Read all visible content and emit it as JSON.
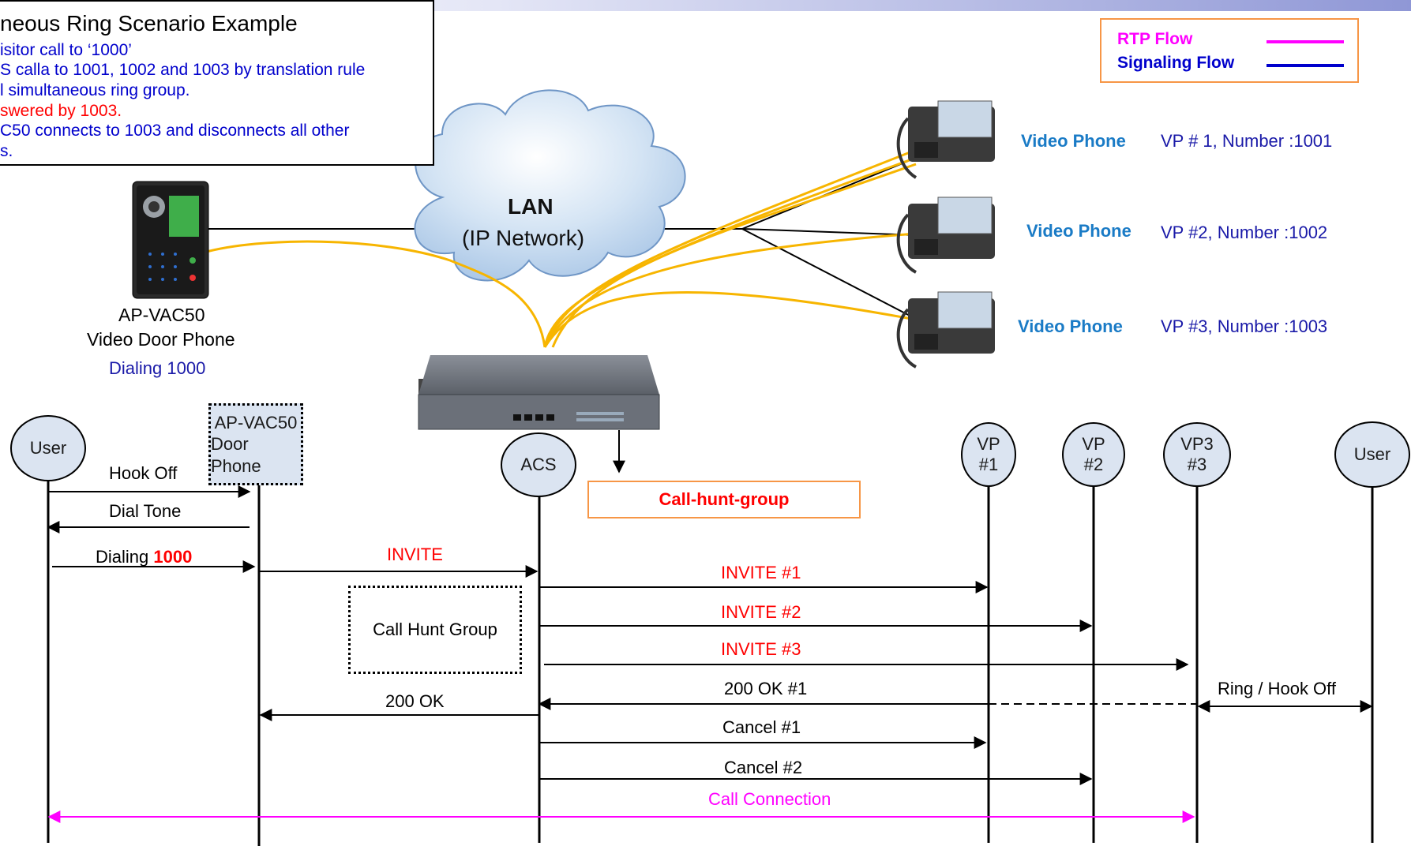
{
  "scenario": {
    "title": "neous Ring Scenario Example",
    "lines": [
      {
        "text": "isitor call to ‘1000’",
        "color": "blue"
      },
      {
        "text": "S calla to 1001, 1002 and 1003 by translation rule",
        "color": "blue"
      },
      {
        "text": "l simultaneous ring group.",
        "color": "blue"
      },
      {
        "text": "swered by 1003.",
        "color": "red"
      },
      {
        "text": "C50 connects to 1003 and disconnects all other",
        "color": "blue"
      },
      {
        "text": "s.",
        "color": "blue"
      }
    ]
  },
  "legend": {
    "rtp_label": "RTP Flow",
    "signaling_label": "Signaling Flow",
    "rtp_color": "#ff00ff",
    "signaling_color": "#0000cc"
  },
  "network": {
    "lan_title": "LAN",
    "lan_subtitle": "(IP Network)",
    "rtp_link_color": "#f7b500"
  },
  "door_phone": {
    "model": "AP-VAC50",
    "description": "Video Door Phone",
    "dialing": "Dialing 1000"
  },
  "video_phones": [
    {
      "title": "Video Phone",
      "desc": "VP # 1, Number :1001"
    },
    {
      "title": "Video Phone",
      "desc": "VP #2, Number :1002"
    },
    {
      "title": "Video Phone",
      "desc": "VP #3, Number :1003"
    }
  ],
  "sequence": {
    "participants": {
      "user_left": "User",
      "door_line1": "AP-VAC50",
      "door_line2": "Door Phone",
      "acs": "ACS",
      "vp1_line1": "VP",
      "vp1_line2": "#1",
      "vp2_line1": "VP",
      "vp2_line2": "#2",
      "vp3_line1": "VP3",
      "vp3_line2": "#3",
      "user_right": "User"
    },
    "call_hunt_group_label": "Call-hunt-group",
    "hunt_box_label": "Call Hunt Group",
    "messages": {
      "hook_off": "Hook Off",
      "dial_tone": "Dial Tone",
      "dialing_prefix": "Dialing ",
      "dialing_number": "1000",
      "invite": "INVITE",
      "invite1": "INVITE  #1",
      "invite2": "INVITE  #2",
      "invite3": "INVITE  #3",
      "ok1": "200 OK #1",
      "ok": "200 OK",
      "ring_hook_off": "Ring / Hook Off",
      "cancel1": "Cancel #1",
      "cancel2": "Cancel #2",
      "call_connection": "Call Connection"
    }
  }
}
